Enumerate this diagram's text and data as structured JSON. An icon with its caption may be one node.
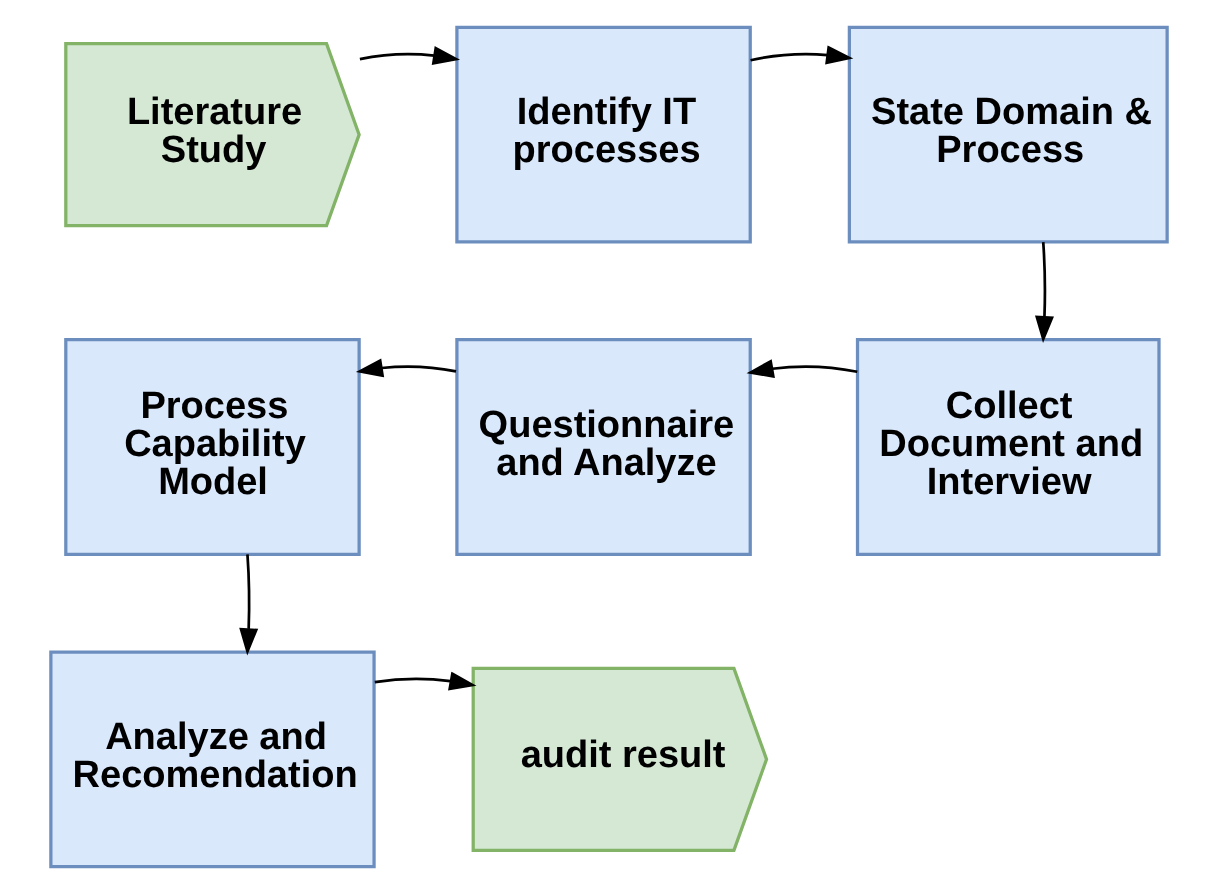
{
  "diagram": {
    "nodes": [
      {
        "text": [
          "Literature Study"
        ]
      },
      {
        "text": [
          "Identify IT processes"
        ]
      },
      {
        "text": [
          "State Domain & Process"
        ]
      },
      {
        "text": [
          "Collect Document and Interview"
        ]
      },
      {
        "text": [
          "Questionnaire and Analyze"
        ]
      },
      {
        "text": [
          "Process Capability Model"
        ]
      },
      {
        "text": [
          "Analyze and Recomendation"
        ]
      },
      {
        "text": [
          "audit result"
        ]
      }
    ],
    "edges": [
      {
        "from": 0,
        "to": 1,
        "arrow": "to"
      },
      {
        "from": 1,
        "to": 2,
        "arrow": "to"
      },
      {
        "from": 2,
        "to": 3,
        "arrow": "to"
      },
      {
        "from": 3,
        "to": 4,
        "arrow": "to"
      },
      {
        "from": 4,
        "to": 5,
        "arrow": "to"
      },
      {
        "from": 5,
        "to": 6,
        "arrow": "to"
      },
      {
        "from": 6,
        "to": 7,
        "arrow": "to"
      }
    ]
  }
}
